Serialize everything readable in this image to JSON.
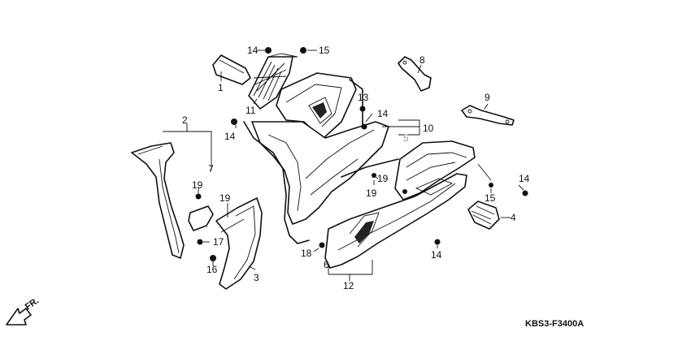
{
  "diagram": {
    "code": "KBS3-F3400A",
    "direction": "FR.",
    "callouts": [
      {
        "id": "c1",
        "text": "1"
      },
      {
        "id": "c2",
        "text": "2"
      },
      {
        "id": "c3",
        "text": "3"
      },
      {
        "id": "c4",
        "text": "4"
      },
      {
        "id": "c5",
        "text": "5"
      },
      {
        "id": "c6",
        "text": "6"
      },
      {
        "id": "c7",
        "text": "7"
      },
      {
        "id": "c8",
        "text": "8"
      },
      {
        "id": "c9",
        "text": "9"
      },
      {
        "id": "c10",
        "text": "10"
      },
      {
        "id": "c11",
        "text": "11"
      },
      {
        "id": "c12",
        "text": "12"
      },
      {
        "id": "c13",
        "text": "13"
      },
      {
        "id": "c14a",
        "text": "14"
      },
      {
        "id": "c14b",
        "text": "14"
      },
      {
        "id": "c14c",
        "text": "14"
      },
      {
        "id": "c14d",
        "text": "14"
      },
      {
        "id": "c14e",
        "text": "14"
      },
      {
        "id": "c15a",
        "text": "15"
      },
      {
        "id": "c15b",
        "text": "15"
      },
      {
        "id": "c16",
        "text": "16"
      },
      {
        "id": "c17",
        "text": "17"
      },
      {
        "id": "c18",
        "text": "18"
      },
      {
        "id": "c19a",
        "text": "19"
      },
      {
        "id": "c19b",
        "text": "19"
      },
      {
        "id": "c19c",
        "text": "19"
      },
      {
        "id": "c19d",
        "text": "19"
      }
    ]
  }
}
